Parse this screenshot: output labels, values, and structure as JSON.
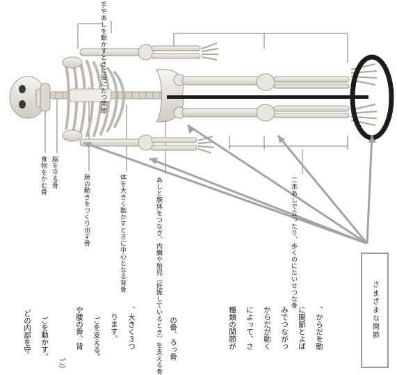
{
  "figure": {
    "caption": "さまざまな関節",
    "labels": {
      "head": "脳を守る骨",
      "jaw": "食物をかむ骨",
      "ribs": "肺の動きをつくり出す骨",
      "spine": "体を大きく動かすときに中心となる背骨",
      "pelvis": "あしと胴体をつなぎ、内臓や胎児（妊娠しているとき）を支える骨",
      "joints_arm": "手やあしを動かすときに役にたつ関節",
      "legs": "二本あしで立ったり、歩くのにたいせつな骨"
    }
  },
  "body_text": {
    "col1": [
      "、大きく３つ",
      "ります。",
      "ごを支える。",
      "や腰の骨、背",
      "ご）",
      "ごを動かす。",
      "どの内部を守"
    ],
    "col2": [
      "の骨、ろっ骨"
    ],
    "col3": [
      "、からだを動",
      "に関節とよば",
      "みでつながっ",
      "からだが動く",
      "によって、さ",
      "種類の関節が"
    ]
  },
  "colors": {
    "arrow": "#a3a3a3",
    "bone": "#ece9e2",
    "bone_shadow": "#b7b3aa",
    "stand": "#1c1c1c",
    "caption_border": "#9a9a9a"
  }
}
